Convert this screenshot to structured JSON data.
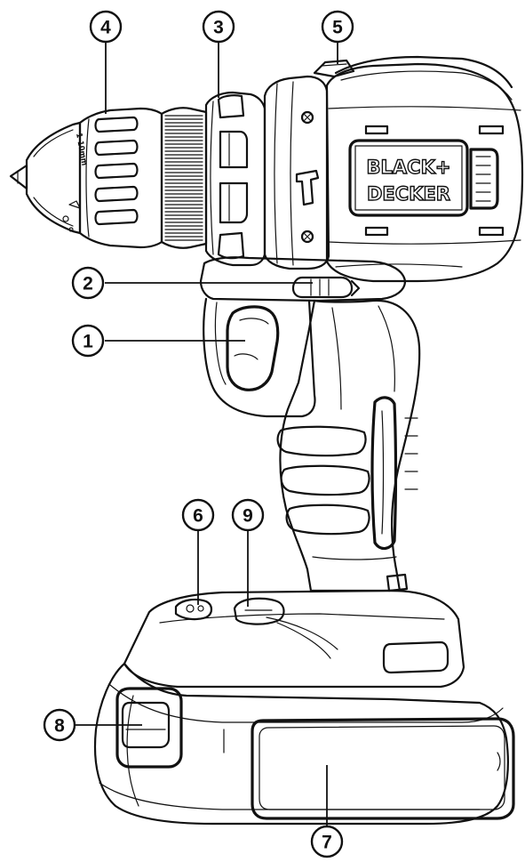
{
  "brand": {
    "line1": "BLACK+",
    "line2": "DECKER"
  },
  "chuck_marking": "1-10mm",
  "callouts": [
    {
      "number": "1",
      "part": "trigger"
    },
    {
      "number": "2",
      "part": "forward-reverse-slider"
    },
    {
      "number": "3",
      "part": "torque-collar"
    },
    {
      "number": "4",
      "part": "chuck"
    },
    {
      "number": "5",
      "part": "gear-selector"
    },
    {
      "number": "6",
      "part": "battery-release"
    },
    {
      "number": "7",
      "part": "battery"
    },
    {
      "number": "8",
      "part": "battery-release-button"
    },
    {
      "number": "9",
      "part": "charge-indicator"
    }
  ],
  "colors": {
    "line": "#111111",
    "background": "#ffffff"
  }
}
